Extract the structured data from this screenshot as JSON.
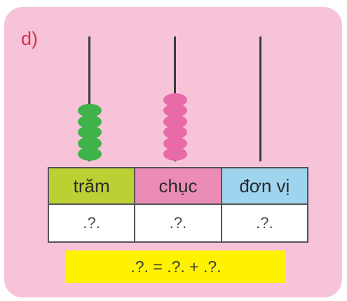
{
  "part_label": "d)",
  "columns": [
    {
      "label": "trăm",
      "placeholder": ".?.",
      "beads": 5,
      "header_color": "#bcd034",
      "bead_color": "#3fb24a"
    },
    {
      "label": "chục",
      "placeholder": ".?.",
      "beads": 6,
      "header_color": "#ea8cb5",
      "bead_color": "#e86aa9"
    },
    {
      "label": "đơn vị",
      "placeholder": ".?.",
      "beads": 0,
      "header_color": "#9fd4ee",
      "bead_color": "#000000"
    }
  ],
  "equation": ".?. = .?. + .?.",
  "colors": {
    "panel": "#f6c3d9",
    "equation_bg": "#fff200",
    "part_label": "#d9324a"
  }
}
